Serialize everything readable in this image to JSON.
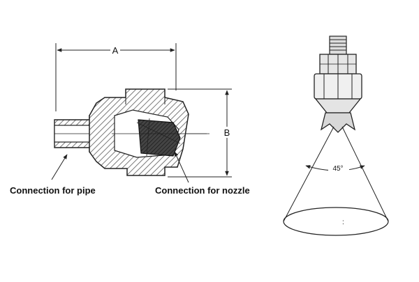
{
  "diagram": {
    "labels": {
      "dim_a": "A",
      "dim_b": "B",
      "pipe_connection": "Connection for pipe",
      "nozzle_connection": "Connection for nozzle",
      "spray_angle": "45°"
    },
    "colors": {
      "ink": "#222222",
      "hatch": "#555555",
      "thread_dark": "#3a3a3a",
      "body_fill": "#eaeaea"
    }
  }
}
